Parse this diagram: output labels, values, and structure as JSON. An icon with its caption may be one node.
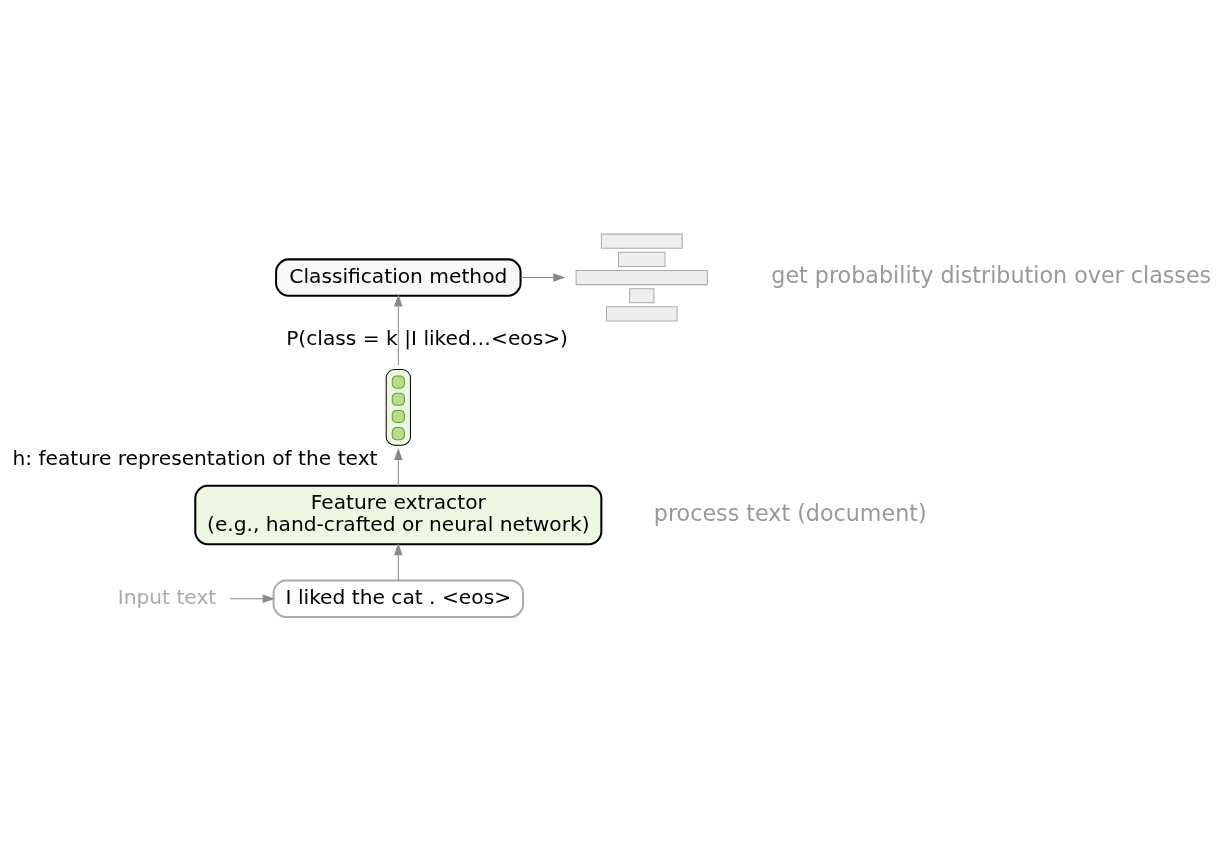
{
  "diagram": {
    "nodes": [
      {
        "text": [
          "Classification method"
        ]
      },
      {
        "text": [],
        "shape": "picture",
        "beside": [
          "P(class = k |I liked…<eos>)"
        ]
      },
      {
        "text": [],
        "shape": "box",
        "beside": [
          "h: feature representation of the text"
        ]
      },
      {
        "text": [
          "Feature extractor",
          "(e.g., hand-crafted or neural network)"
        ]
      },
      {
        "text": [
          "I liked the cat . <eos>"
        ]
      },
      {
        "text": [
          "Input text"
        ]
      }
    ],
    "edges": [
      {
        "from": 4,
        "to": 3,
        "arrow": "to"
      },
      {
        "from": 3,
        "to": 2,
        "arrow": "to"
      },
      {
        "from": 2,
        "to": 0,
        "arrow": "to"
      },
      {
        "from": 0,
        "to": 1,
        "arrow": "to"
      },
      {
        "from": 5,
        "to": 4,
        "arrow": "to"
      }
    ],
    "labels": [
      "get probability distribution over classes",
      "process text (document)"
    ]
  }
}
